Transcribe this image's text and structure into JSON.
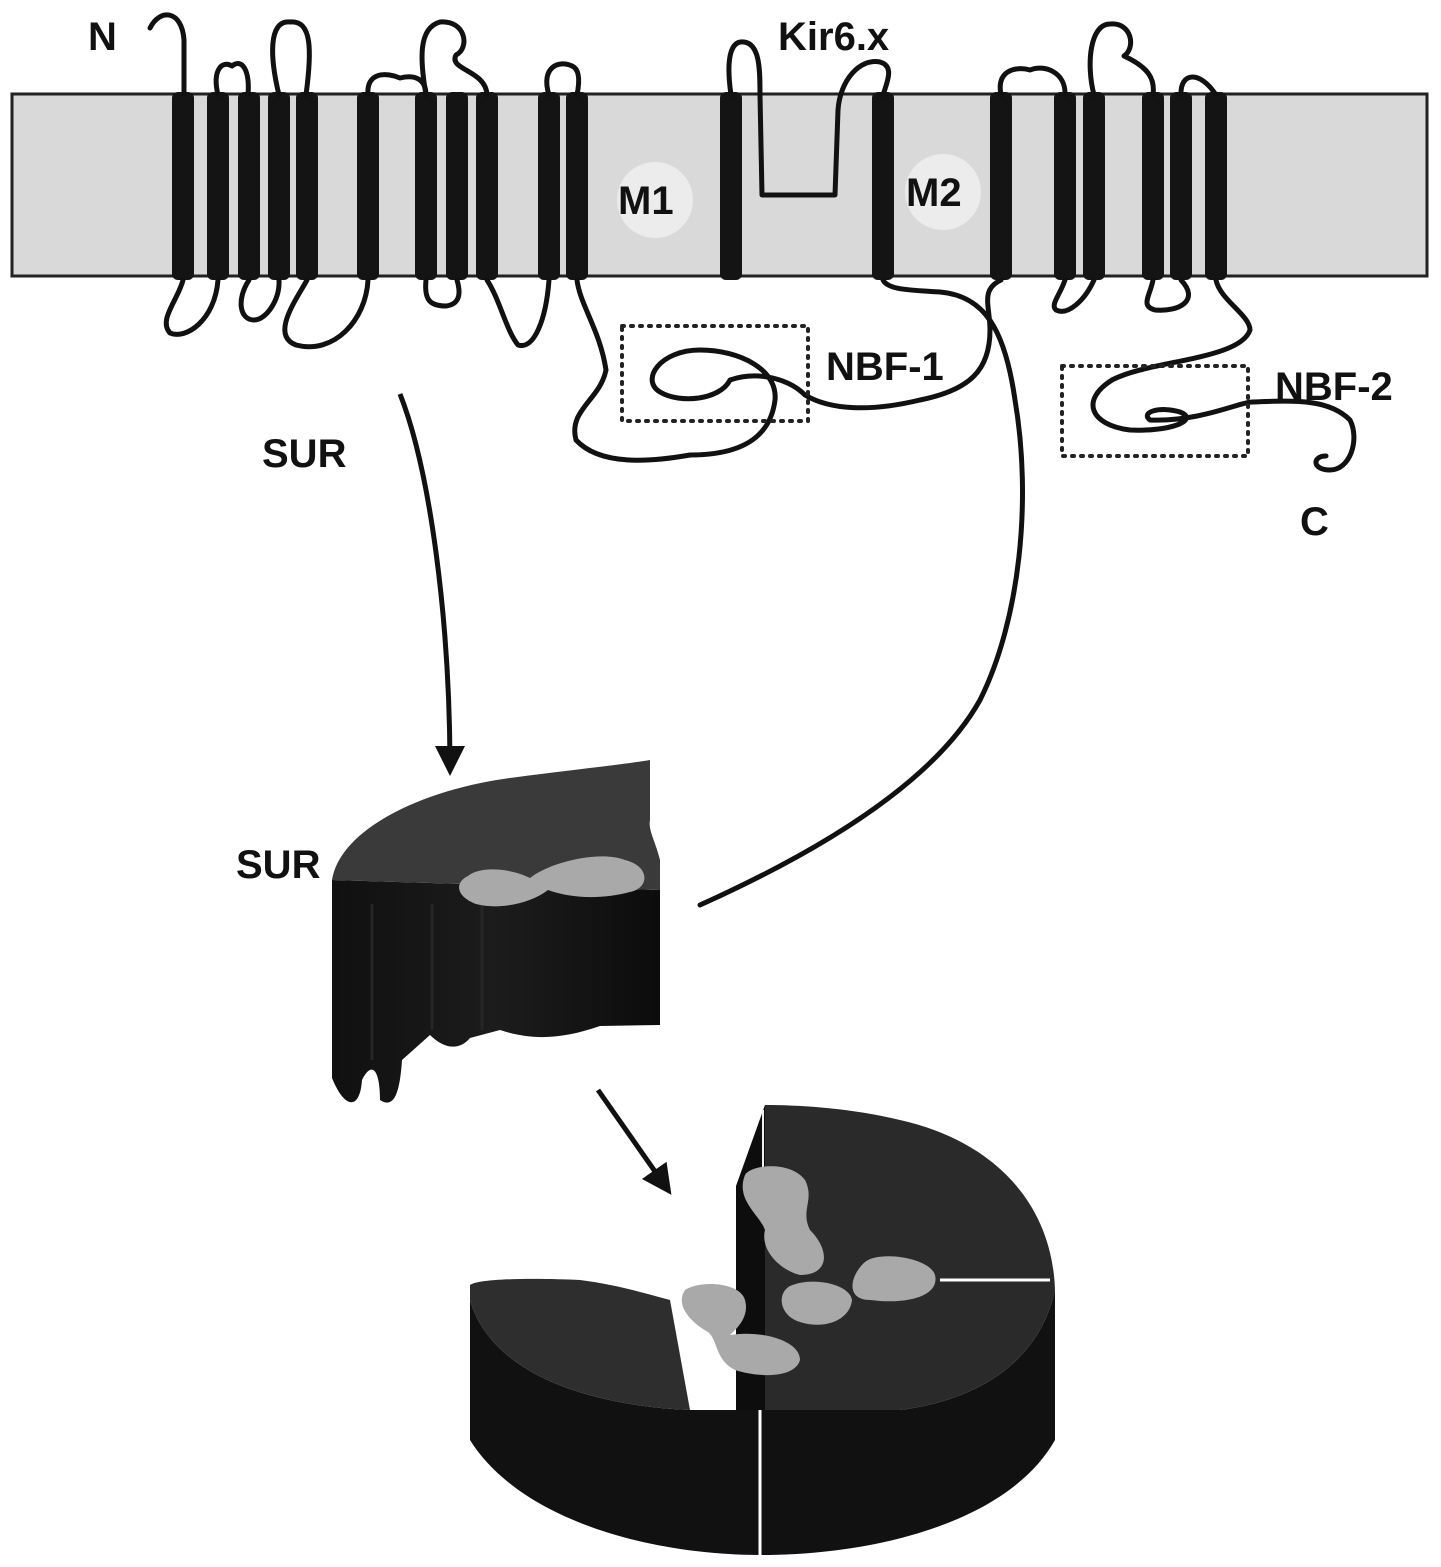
{
  "labels": {
    "n_terminus": "N",
    "c_terminus": "C",
    "kir_subunit": "Kir6.x",
    "m1_helix": "M1",
    "m2_helix": "M2",
    "nbf1": "NBF-1",
    "nbf2": "NBF-2",
    "sur_topology": "SUR",
    "sur_block": "SUR"
  },
  "colors": {
    "membrane_fill": "#d9d9d9",
    "helix": "#111111",
    "chain": "#111111",
    "block_top": "#3a3a3a",
    "block_side": "#141414",
    "pore_patch": "#a9a9a9"
  }
}
